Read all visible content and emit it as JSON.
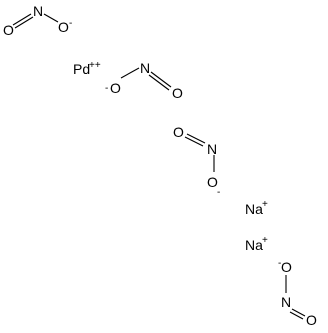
{
  "colors": {
    "background": "#ffffff",
    "ink": "#000000"
  },
  "nitrites": [
    {
      "o1": "O",
      "n": "N",
      "o2": "O",
      "charge": "-"
    },
    {
      "o1": "O",
      "n": "N",
      "o2": "O",
      "charge": "-"
    },
    {
      "o1": "O",
      "n": "N",
      "o2": "O",
      "charge": "-"
    },
    {
      "o1": "O",
      "n": "N",
      "o2": "O",
      "charge": "-"
    }
  ],
  "ions": [
    {
      "symbol": "Pd",
      "charge": "++"
    },
    {
      "symbol": "Na",
      "charge": "+"
    },
    {
      "symbol": "Na",
      "charge": "+"
    }
  ]
}
